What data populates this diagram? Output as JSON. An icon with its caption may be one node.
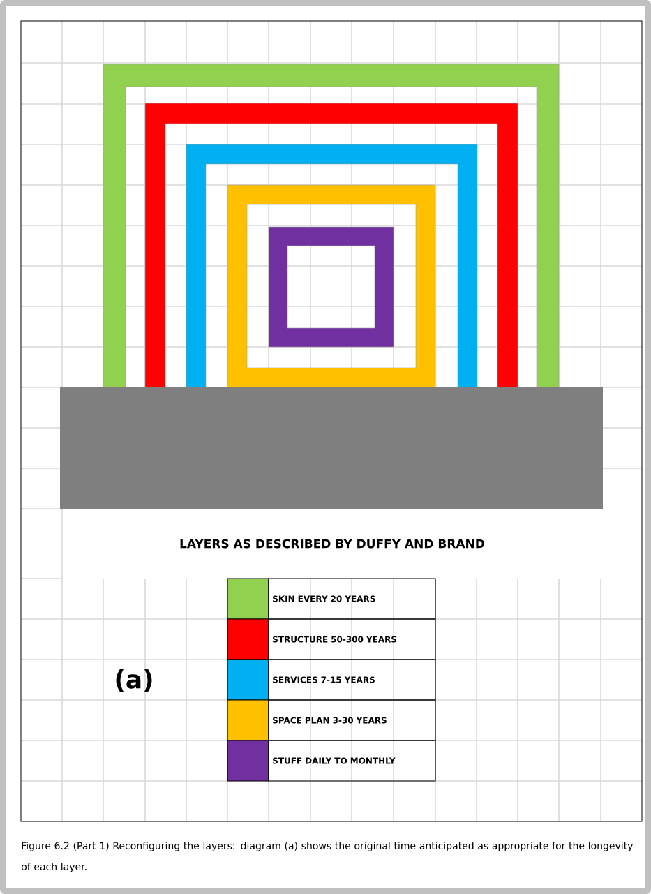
{
  "diagram": {
    "title": "LAYERS AS DESCRIBED BY DUFFY AND BRAND",
    "caption": "Figure 6.2 (Part 1) Reconfiguring the layers: diagram (a) shows the original time anticipated as appropriate for the longevity of each layer.",
    "labels": [
      "(a)"
    ],
    "legend": [
      {
        "text": "SKIN EVERY 20 YEARS",
        "color": "#92d050"
      },
      {
        "text": "STRUCTURE 50-300 YEARS",
        "color": "#ff0000"
      },
      {
        "text": "SERVICES 7-15 YEARS",
        "color": "#00b0f0"
      },
      {
        "text": "SPACE PLAN 3-30 YEARS",
        "color": "#ffc000"
      },
      {
        "text": "STUFF DAILY TO MONTHLY",
        "color": "#7030a0"
      }
    ]
  }
}
